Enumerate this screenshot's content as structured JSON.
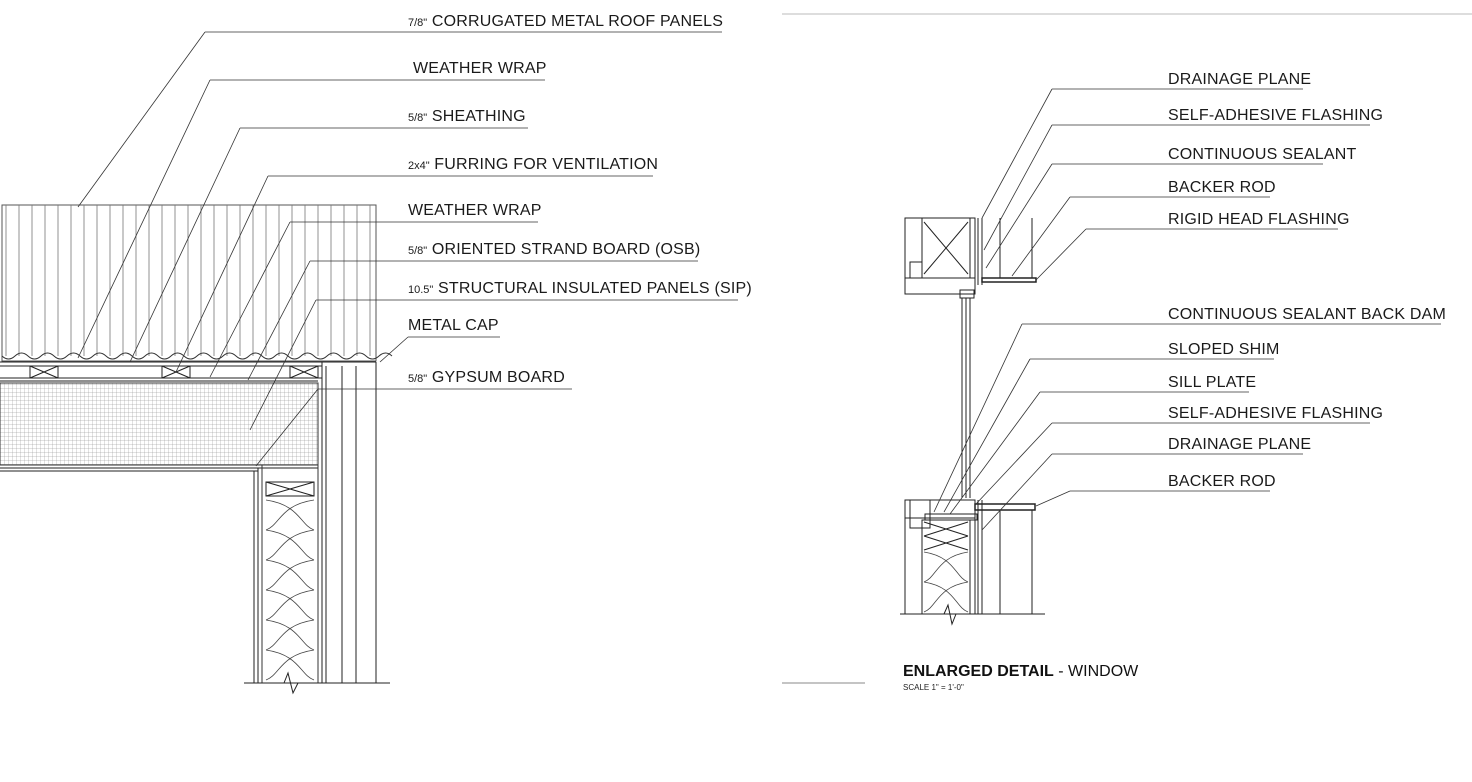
{
  "roof_detail": {
    "labels": [
      {
        "prefix": "7/8\"",
        "text": "CORRUGATED METAL ROOF PANELS"
      },
      {
        "prefix": "",
        "text": "WEATHER WRAP"
      },
      {
        "prefix": "5/8\"",
        "text": "SHEATHING"
      },
      {
        "prefix": "2x4\"",
        "text": "FURRING FOR VENTILATION"
      },
      {
        "prefix": "",
        "text": "WEATHER WRAP"
      },
      {
        "prefix": "5/8\"",
        "text": "ORIENTED STRAND BOARD (OSB)"
      },
      {
        "prefix": "10.5\"",
        "text": "STRUCTURAL INSULATED PANELS (SIP)"
      },
      {
        "prefix": "",
        "text": "METAL CAP"
      },
      {
        "prefix": "5/8\"",
        "text": "GYPSUM BOARD"
      }
    ]
  },
  "window_detail": {
    "head_labels": [
      "DRAINAGE PLANE",
      "SELF-ADHESIVE FLASHING",
      "CONTINUOUS SEALANT",
      "BACKER ROD",
      "RIGID HEAD FLASHING"
    ],
    "sill_labels": [
      "CONTINUOUS SEALANT BACK DAM",
      "SLOPED SHIM",
      "SILL PLATE",
      "SELF-ADHESIVE FLASHING",
      "DRAINAGE PLANE",
      "BACKER ROD"
    ],
    "title_bold": "ENLARGED DETAIL",
    "title_rest": " - WINDOW",
    "scale": "SCALE 1\" = 1'-0\""
  }
}
